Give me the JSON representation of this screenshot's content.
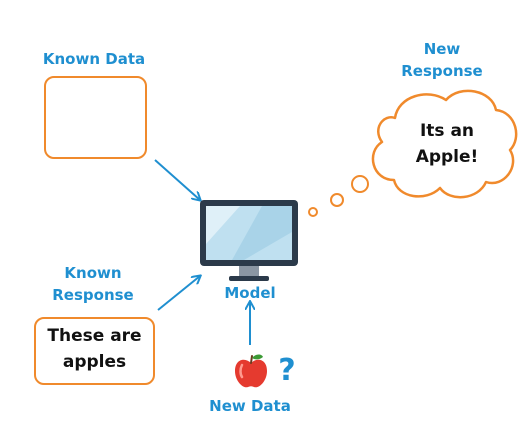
{
  "known_data": {
    "label": "Known Data"
  },
  "known_response": {
    "label_line1": "Known",
    "label_line2": "Response",
    "text_line1": "These are",
    "text_line2": "apples"
  },
  "model": {
    "label": "Model"
  },
  "new_data": {
    "label": "New Data",
    "mark": "?"
  },
  "new_response": {
    "label_line1": "New",
    "label_line2": "Response",
    "text_line1": "Its an",
    "text_line2": "Apple!"
  },
  "colors": {
    "label_blue": "#1f8fd0",
    "box_orange": "#f08a2c",
    "apple_red": "#e53a2f",
    "monitor_dark": "#2b3a4a",
    "screen_blue": "#bfe0f0"
  }
}
